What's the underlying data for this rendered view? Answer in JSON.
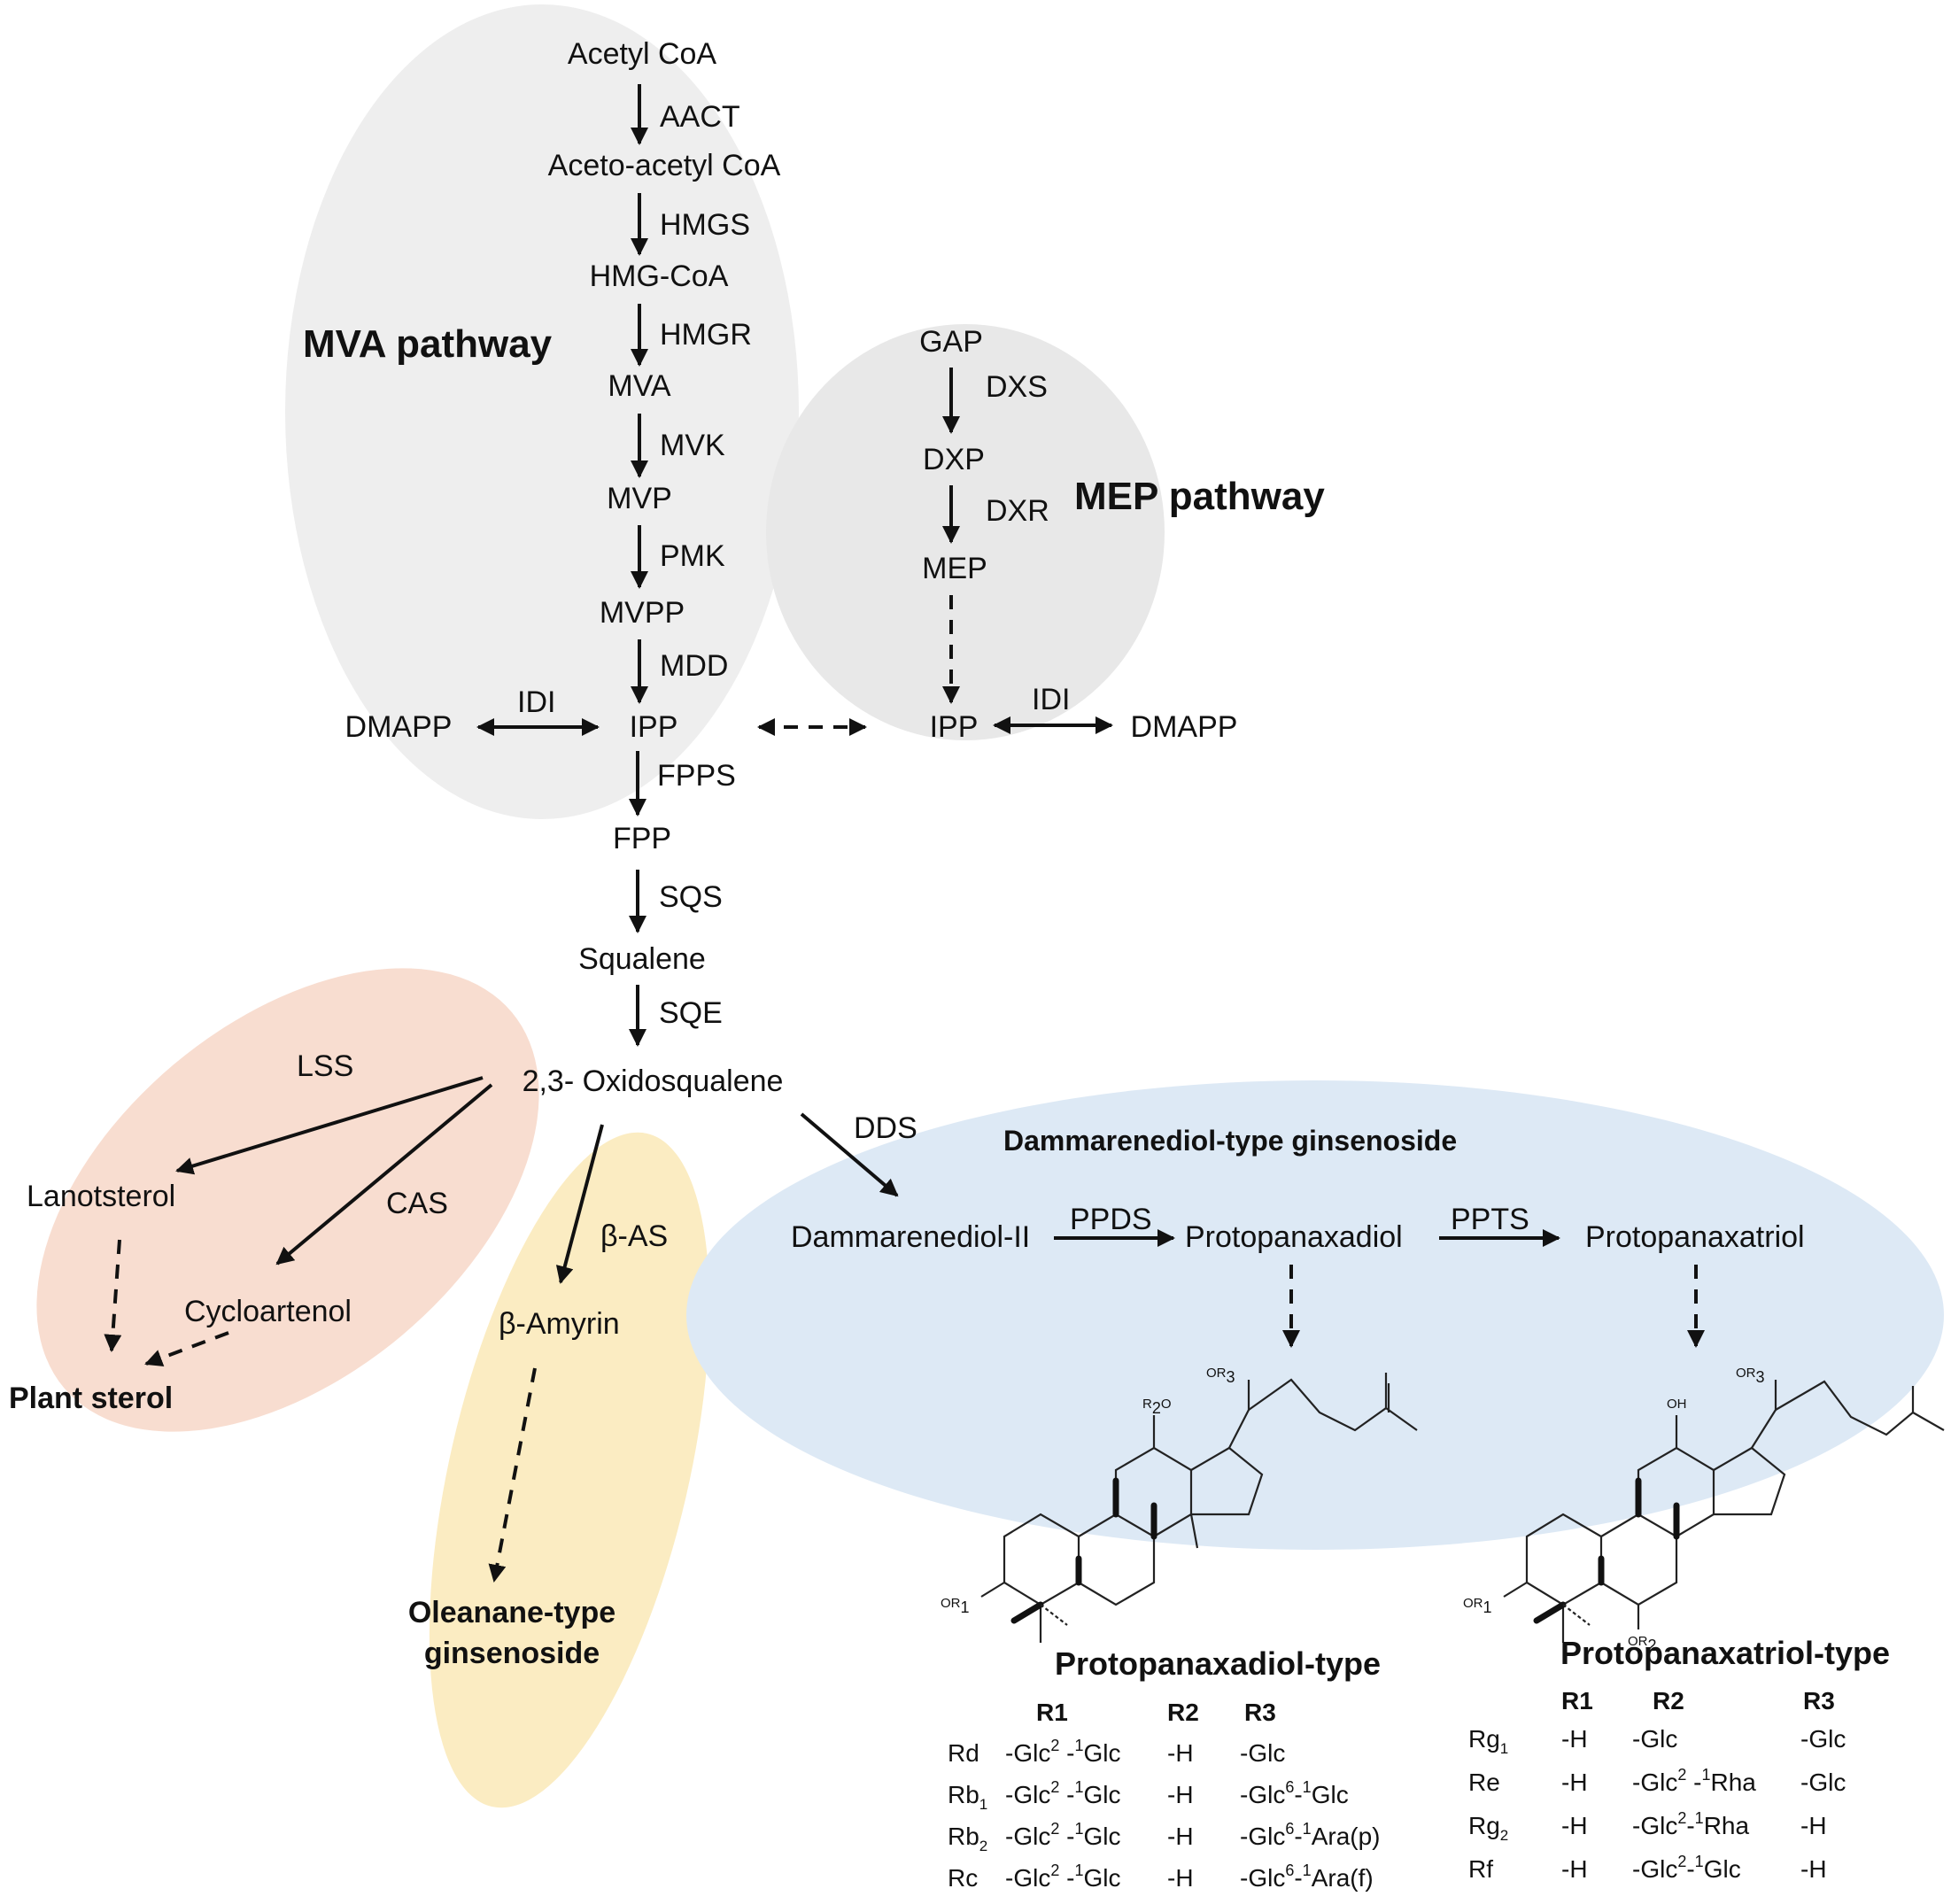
{
  "regions": {
    "mva": "MVA pathway",
    "mep": "MEP pathway",
    "dammarenediol": "Dammarenediol-type ginsenoside"
  },
  "mva": {
    "acetyl_coa": "Acetyl CoA",
    "aact": "AACT",
    "acetoacetyl_coa": "Aceto-acetyl CoA",
    "hmgs": "HMGS",
    "hmg_coa": "HMG-CoA",
    "hmgr": "HMGR",
    "mva": "MVA",
    "mvk": "MVK",
    "mvp": "MVP",
    "pmk": "PMK",
    "mvpp": "MVPP",
    "mdd": "MDD",
    "ipp": "IPP",
    "dmapp": "DMAPP",
    "idi": "IDI"
  },
  "mep": {
    "gap": "GAP",
    "dxs": "DXS",
    "dxp": "DXP",
    "dxr": "DXR",
    "mep": "MEP",
    "ipp": "IPP",
    "dmapp": "DMAPP",
    "idi": "IDI"
  },
  "main": {
    "fpps": "FPPS",
    "fpp": "FPP",
    "sqs": "SQS",
    "squalene": "Squalene",
    "sqe": "SQE",
    "oxidosqualene": "2,3- Oxidosqualene"
  },
  "sterol": {
    "lss": "LSS",
    "lanosterol": "Lanotsterol",
    "cas": "CAS",
    "cycloartenol": "Cycloartenol",
    "plant_sterol": "Plant sterol"
  },
  "oleanane": {
    "bas": "β-AS",
    "bamyrin": "β-Amyrin",
    "title_line1": "Oleanane-type",
    "title_line2": "ginsenoside"
  },
  "dammarane": {
    "dds": "DDS",
    "dammarenediol": "Dammarenediol-II",
    "ppds": "PPDS",
    "ppd": "Protopanaxadiol",
    "ppts": "PPTS",
    "ppt": "Protopanaxatriol"
  },
  "structure_labels": {
    "or1": "OR",
    "or1_sub": "1",
    "r2o": "R",
    "r2o_sub": "2",
    "r2o_o": "O",
    "or3": "OR",
    "or3_sub": "3",
    "oh": "OH",
    "or2": "OR",
    "or2_sub": "2"
  },
  "ppd_table": {
    "title": "Protopanaxadiol-type",
    "headers": [
      "R1",
      "R2",
      "R3"
    ],
    "rows": [
      {
        "name": "Rd",
        "name_sub": "",
        "r1": "-Glc2 -1Glc",
        "r2": "-H",
        "r3": "-Glc"
      },
      {
        "name": "Rb",
        "name_sub": "1",
        "r1": "-Glc2 -1Glc",
        "r2": "-H",
        "r3": "-Glc6-1Glc"
      },
      {
        "name": "Rb",
        "name_sub": "2",
        "r1": "-Glc2 -1Glc",
        "r2": "-H",
        "r3": "-Glc6-1Ara(p)"
      },
      {
        "name": "Rc",
        "name_sub": "",
        "r1": "-Glc2 -1Glc",
        "r2": "-H",
        "r3": "-Glc6-1Ara(f)"
      }
    ]
  },
  "ppt_table": {
    "title": "Protopanaxatriol-type",
    "headers": [
      "R1",
      "R2",
      "R3"
    ],
    "rows": [
      {
        "name": "Rg",
        "name_sub": "1",
        "r1": "-H",
        "r2": "-Glc",
        "r3": "-Glc"
      },
      {
        "name": "Re",
        "name_sub": "",
        "r1": "-H",
        "r2": "-Glc2 -1Rha",
        "r3": "-Glc"
      },
      {
        "name": "Rg",
        "name_sub": "2",
        "r1": "-H",
        "r2": "-Glc2-1Rha",
        "r3": "-H"
      },
      {
        "name": "Rf",
        "name_sub": "",
        "r1": "-H",
        "r2": "-Glc2-1Glc",
        "r3": "-H"
      }
    ]
  }
}
